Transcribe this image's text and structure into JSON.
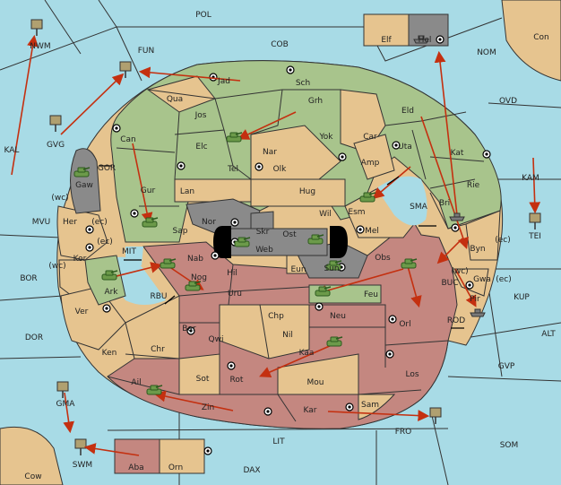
{
  "provinces": {
    "pol": "POL",
    "cob": "COB",
    "fun": "FUN",
    "nwm": "NWM",
    "elf": "Elf",
    "hel": "Hel",
    "con": "Con",
    "nom": "NOM",
    "ovd": "OVD",
    "kal": "KAL",
    "gvg": "GVG",
    "jad": "Jad",
    "sch": "Sch",
    "qua": "Qua",
    "jos": "Jos",
    "grh": "Grh",
    "eld": "Eld",
    "can": "Can",
    "yok": "Yok",
    "car": "Car",
    "uta": "Uta",
    "kat": "Kat",
    "elc": "Elc",
    "nar": "Nar",
    "tel": "Tel",
    "olk": "Olk",
    "amp": "Amp",
    "gor": "GOR",
    "gaw": "Gaw",
    "gur": "Gur",
    "lan": "Lan",
    "hug": "Hug",
    "rie": "Rie",
    "kam": "KAM",
    "esm": "Esm",
    "wil": "Wil",
    "bri": "Bri",
    "sma": "SMA",
    "wc1": "(wc)",
    "ec1": "(ec)",
    "mvu": "MVU",
    "her": "Her",
    "nor": "Nor",
    "skr": "Skr",
    "sap": "Sap",
    "ost": "Ost",
    "mel": "Mel",
    "tei": "TEI",
    "byn": "Byn",
    "ec2": "(ec)",
    "ec3": "(ec)",
    "mit": "MIT",
    "web": "Web",
    "kor": "Kor",
    "wc2": "(wc)",
    "nab": "Nab",
    "obs": "Obs",
    "wc3": "(wc)",
    "gwa": "Gwa",
    "ec4": "(ec)",
    "bor": "BOR",
    "hil": "Hil",
    "eun": "Eun",
    "sun": "Sun",
    "buc": "BUC",
    "kup": "KUP",
    "pir": "Pir",
    "ark": "Ark",
    "nog": "Nog",
    "rbu": "RBU",
    "uru": "Uru",
    "feu": "Feu",
    "ver": "Ver",
    "chp": "Chp",
    "neu": "Neu",
    "rod": "ROD",
    "dor": "DOR",
    "orl": "Orl",
    "bar": "Bar",
    "qwi": "Qwi",
    "nil": "Nil",
    "alt": "ALT",
    "ken": "Ken",
    "chr": "Chr",
    "kaa": "Kaa",
    "gvp": "GVP",
    "los": "Los",
    "sot": "Sot",
    "rot": "Rot",
    "ail": "Ail",
    "mou": "Mou",
    "gma": "GMA",
    "zin": "Zin",
    "kar": "Kar",
    "sam": "Sam",
    "fro": "FRO",
    "lit": "LIT",
    "som": "SOM",
    "swm": "SWM",
    "aba": "Aba",
    "orn": "Orn",
    "dax": "DAX",
    "cow": "Cow"
  },
  "colors": {
    "sea": "#a8dbe6",
    "tan": "#e6c48f",
    "green": "#a8c48c",
    "red": "#c48780",
    "gray": "#8a8a8a",
    "arrow": "#c43010"
  },
  "units": {
    "army": "army-icon",
    "fleet": "fleet-icon"
  }
}
